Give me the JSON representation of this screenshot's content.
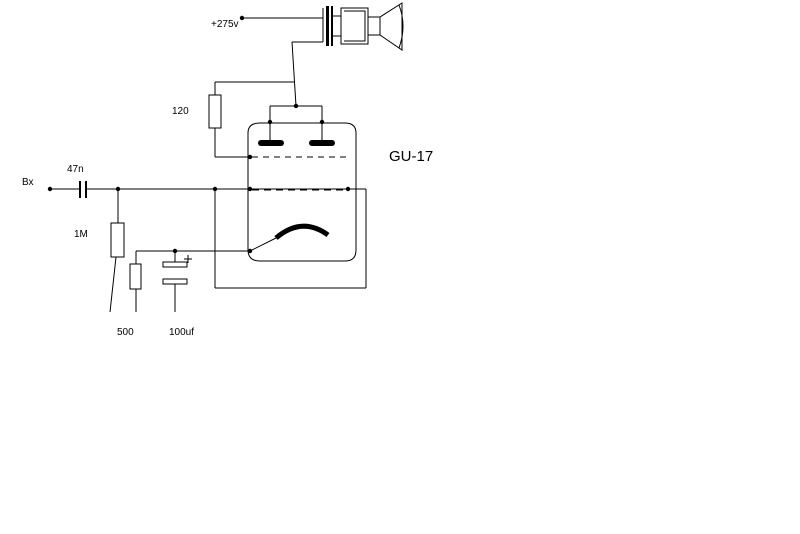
{
  "labels": {
    "supply": "+275v",
    "r_anode": "120",
    "tube": "GU-17",
    "input": "Вх",
    "c_in": "47n",
    "r_grid": "1M",
    "r_cathode": "500",
    "c_cathode": "100uf"
  }
}
